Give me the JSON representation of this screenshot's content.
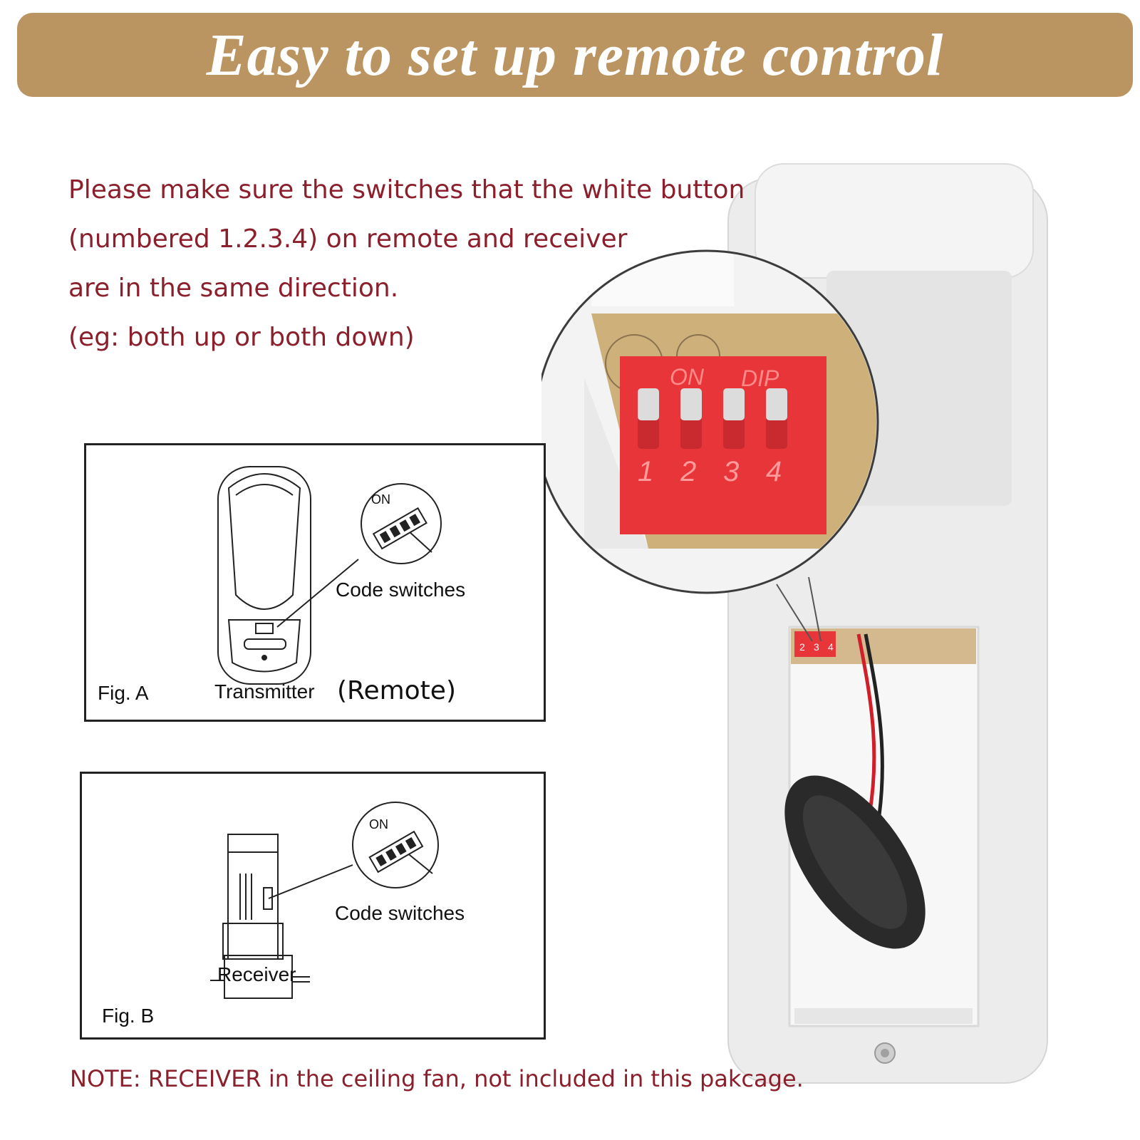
{
  "banner": {
    "title": "Easy to set up remote control"
  },
  "instructions": {
    "lines": [
      "Please make sure the switches that the white button",
      "(numbered 1.2.3.4) on remote and receiver",
      "are in the same direction.",
      "(eg: both up or both down)"
    ]
  },
  "photo": {
    "dip_header_on": "ON",
    "dip_header_dip": "DIP",
    "dip_numbers": [
      "1",
      "2",
      "3",
      "4"
    ],
    "small_numbers": [
      "2",
      "3",
      "4"
    ]
  },
  "fig_a": {
    "caption": "Fig. A",
    "label": "Transmitter",
    "label_paren": "(Remote)",
    "callout": "Code switches",
    "on_label": "ON"
  },
  "fig_b": {
    "caption": "Fig. B",
    "label": "Receiver",
    "callout": "Code switches",
    "on_label": "ON"
  },
  "note": {
    "text": "NOTE:  RECEIVER in the ceiling fan, not included in this pakcage."
  },
  "colors": {
    "banner": "#bb9561",
    "text_red": "#8b1f2b",
    "dip_red": "#e8353a"
  }
}
